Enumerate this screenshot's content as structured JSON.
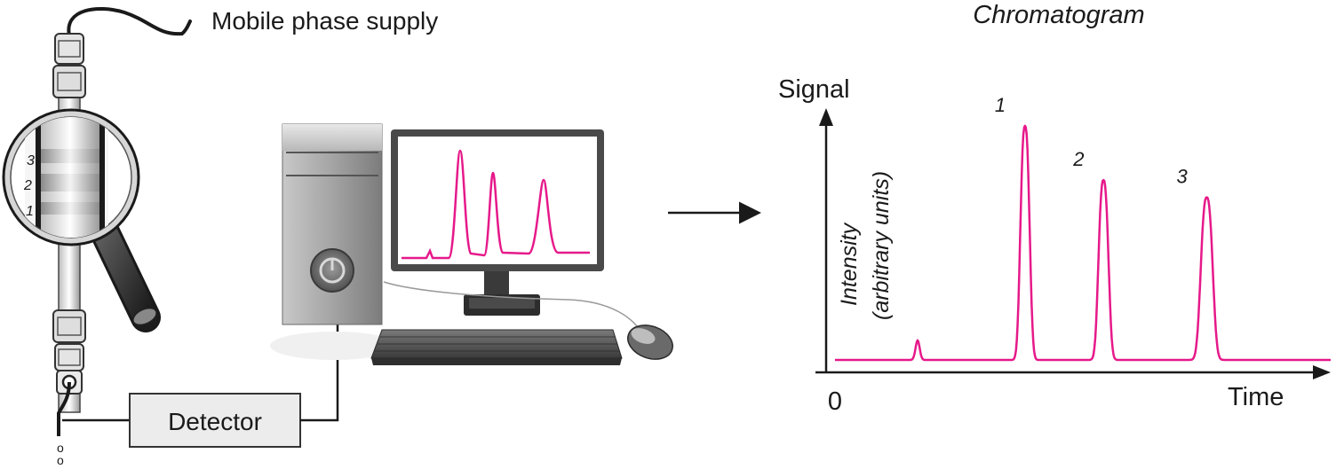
{
  "labels": {
    "mobile_phase": "Mobile phase supply",
    "chromatogram_title": "Chromatogram",
    "detector": "Detector",
    "y_axis_top": "Signal",
    "y_axis_intensity": "Intensity",
    "y_axis_units": "(arbitrary units)",
    "x_axis_label": "Time",
    "x_origin": "0"
  },
  "column_bands": [
    "3",
    "2",
    "1"
  ],
  "outlet_drops": [
    "o",
    "o"
  ],
  "colors": {
    "signal": "#e6198a",
    "line": "#1a1a1a",
    "monitor_frame": "#4a4a4a",
    "tower": "#9a9a9a"
  },
  "chart_data": {
    "type": "line",
    "xlabel": "Time",
    "ylabel": "Signal",
    "x_ticks": [
      "0"
    ],
    "peaks": [
      {
        "label": "1",
        "time": 2.3,
        "height": 0.95
      },
      {
        "label": "2",
        "time": 3.25,
        "height": 0.73
      },
      {
        "label": "3",
        "time": 4.5,
        "height": 0.66
      }
    ],
    "minor_peak": {
      "time": 1.0,
      "height": 0.08
    },
    "xlim": [
      0,
      6
    ],
    "ylim": [
      0,
      1
    ]
  }
}
